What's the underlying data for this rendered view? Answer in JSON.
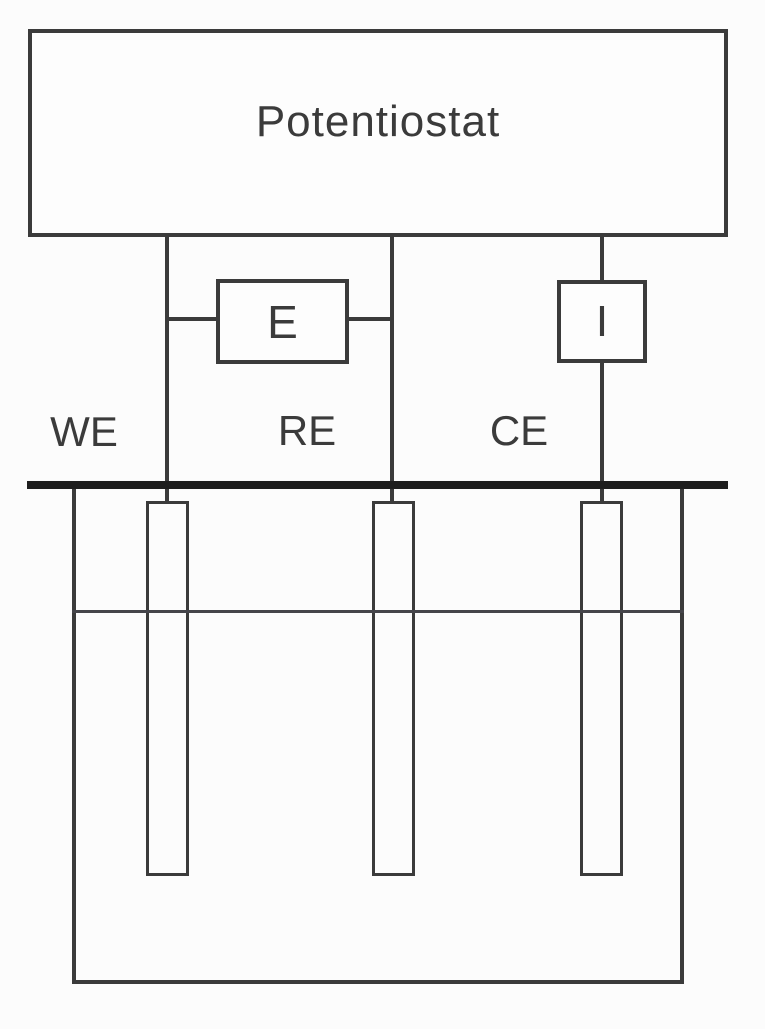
{
  "diagram": {
    "title": "Potentiostat",
    "meters": {
      "voltage": {
        "label": "E",
        "meaning": "potential-meter"
      },
      "current": {
        "label": "I",
        "meaning": "current-meter"
      }
    },
    "electrode_labels": {
      "working": "WE",
      "reference": "RE",
      "counter": "CE"
    },
    "colors": {
      "line": "#3b3b3b",
      "bench_line": "#1e1e1e",
      "background": "#fcfcfc"
    }
  }
}
